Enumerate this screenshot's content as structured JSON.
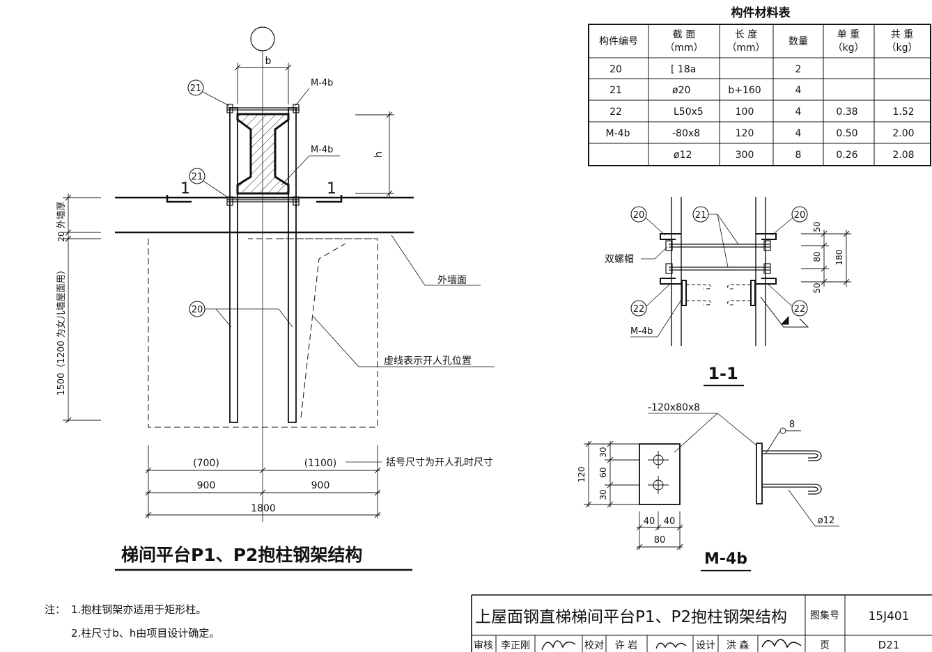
{
  "table": {
    "title": "构件材料表",
    "headers": {
      "no": "构件编号",
      "section": "截 面",
      "section_unit": "（mm）",
      "length": "长 度",
      "length_unit": "（mm）",
      "qty": "数量",
      "unit_weight": "单 重",
      "unit_weight_unit": "（kg）",
      "total_weight": "共 重",
      "total_weight_unit": "（kg）"
    },
    "rows": [
      {
        "no": "20",
        "section": "[ 18a",
        "length": "",
        "qty": "2",
        "unit_weight": "",
        "total_weight": ""
      },
      {
        "no": "21",
        "section": "ø20",
        "length": "b+160",
        "qty": "4",
        "unit_weight": "",
        "total_weight": ""
      },
      {
        "no": "22",
        "section": "L50x5",
        "length": "100",
        "qty": "4",
        "unit_weight": "0.38",
        "total_weight": "1.52"
      },
      {
        "no": "M-4b",
        "section": "-80x8",
        "length": "120",
        "qty": "4",
        "unit_weight": "0.50",
        "total_weight": "2.00"
      },
      {
        "no": "",
        "section": "ø12",
        "length": "300",
        "qty": "8",
        "unit_weight": "0.26",
        "total_weight": "2.08"
      }
    ]
  },
  "main": {
    "dim_b": "b",
    "dim_h": "h",
    "callout_21": "21",
    "callout_20": "20",
    "label_m4b": "M-4b",
    "section_mark": "1",
    "wall_thickness": "外墙厚",
    "dim_20": "20",
    "height_label": "1500（1200 为女儿墙屋面用）",
    "outer_wall_face": "外墙面",
    "manhole_note": "虚线表示开人孔位置",
    "bracket_left": "(700)",
    "bracket_right": "(1100)",
    "bracket_note": "括号尺寸为开人孔时尺寸",
    "dim_900_left": "900",
    "dim_900_right": "900",
    "dim_total": "1800",
    "title": "梯间平台P1、P2抱柱钢架结构"
  },
  "section_1_1": {
    "callout_20": "20",
    "callout_21": "21",
    "callout_22": "22",
    "double_nut": "双螺帽",
    "label_m4b": "M-4b",
    "dim_50_top": "50",
    "dim_80": "80",
    "dim_50_bottom": "50",
    "dim_180": "180",
    "title": "1-1"
  },
  "m4b_detail": {
    "plate_label": "-120x80x8",
    "weld_size": "8",
    "dim_120": "120",
    "dim_30_top": "30",
    "dim_60": "60",
    "dim_30_bottom": "30",
    "dim_40_left": "40",
    "dim_40_right": "40",
    "dim_80": "80",
    "bar_label": "ø12",
    "title": "M-4b"
  },
  "notes": {
    "prefix": "注：",
    "line1": "1.抱柱钢架亦适用于矩形柱。",
    "line2": "2.柱尺寸b、h由项目设计确定。"
  },
  "title_block": {
    "title": "上屋面钢直梯梯间平台P1、P2抱柱钢架结构",
    "atlas_label": "图集号",
    "atlas_no": "15J401",
    "review_label": "审核",
    "reviewer": "李正刚",
    "check_label": "校对",
    "checker": "许 岩",
    "design_label": "设计",
    "designer": "洪 森",
    "page_label": "页",
    "page_no": "D21"
  }
}
